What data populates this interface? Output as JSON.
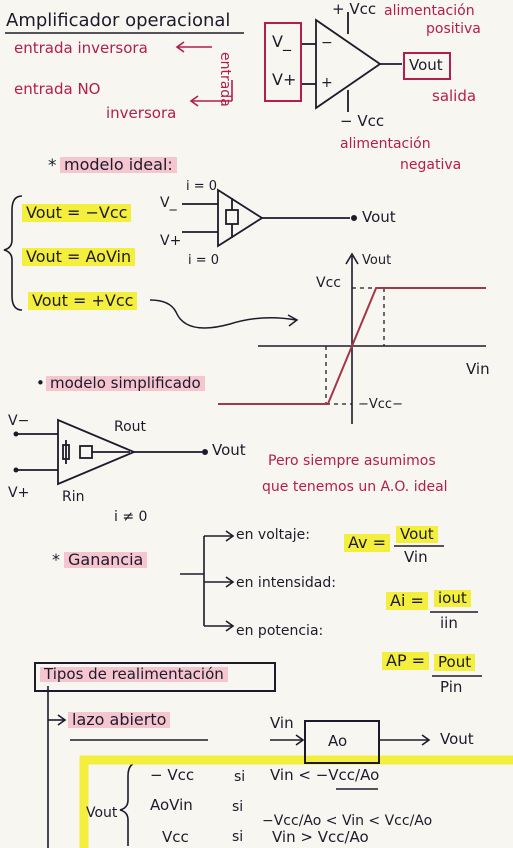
{
  "title": "Amplificador operacional",
  "header": {
    "entrada_inversora": "entrada inversora",
    "entrada_no": "entrada NO",
    "inversora": "inversora",
    "entrada": "entrada",
    "vminus": "V_",
    "vplus": "V+",
    "minus_sign": "−",
    "plus_sign": "+",
    "vcc_pos": "+ Vcc",
    "vcc_neg": "− Vcc",
    "alim_pos_1": "alimentación",
    "alim_pos_2": "positiva",
    "vout": "Vout",
    "salida": "salida",
    "alim_neg_1": "alimentación",
    "alim_neg_2": "negativa"
  },
  "ideal": {
    "heading": "modelo ideal:",
    "star": "*",
    "eq1": "Vout = −Vcc",
    "eq2": "Vout = AoVin",
    "eq3": "Vout = +Vcc",
    "i_top": "i = 0",
    "i_bot": "i = 0",
    "vminus": "V_",
    "vplus": "V+",
    "vout": "Vout"
  },
  "graph": {
    "vout_label": "Vout",
    "vcc_top": "Vcc",
    "vin_label": "Vin",
    "vcc_bottom": "−Vcc−",
    "points": [
      [
        -1.0,
        -1.0
      ],
      [
        -0.18,
        -1.0
      ],
      [
        0.18,
        1.0
      ],
      [
        1.0,
        1.0
      ]
    ]
  },
  "simplified": {
    "heading": "modelo simplificado",
    "bullet": "•",
    "vminus": "V−",
    "vplus": "V+",
    "rout": "Rout",
    "rin": "Rin",
    "vout": "Vout",
    "i_not_zero": "i ≠ 0",
    "note_1": "Pero siempre asumimos",
    "note_2": "que tenemos un A.O. ideal"
  },
  "gain": {
    "heading": "Ganancia",
    "star": "*",
    "voltage_label": "en voltaje:",
    "av_lhs": "Av =",
    "av_num": "Vout",
    "av_den": "Vin",
    "current_label": "en intensidad:",
    "ai_lhs": "Ai =",
    "ai_num": "iout",
    "ai_den": "iin",
    "power_label": "en potencia:",
    "ap_lhs": "AP =",
    "ap_num": "Pout",
    "ap_den": "Pin"
  },
  "feedback": {
    "heading": "Tipos de realimentación",
    "open_loop": "lazo abierto",
    "vin": "Vin",
    "ao": "Ao",
    "vout": "Vout",
    "cases_label": "Vout",
    "rows": [
      {
        "value": "− Vcc",
        "cond": "si",
        "expr": "Vin < −Vcc/Ao"
      },
      {
        "value": "AoVin",
        "cond": "si",
        "expr": "−Vcc/Ao < Vin < Vcc/Ao"
      },
      {
        "value": "Vcc",
        "cond": "si",
        "expr": "Vin > Vcc/Ao"
      }
    ]
  }
}
